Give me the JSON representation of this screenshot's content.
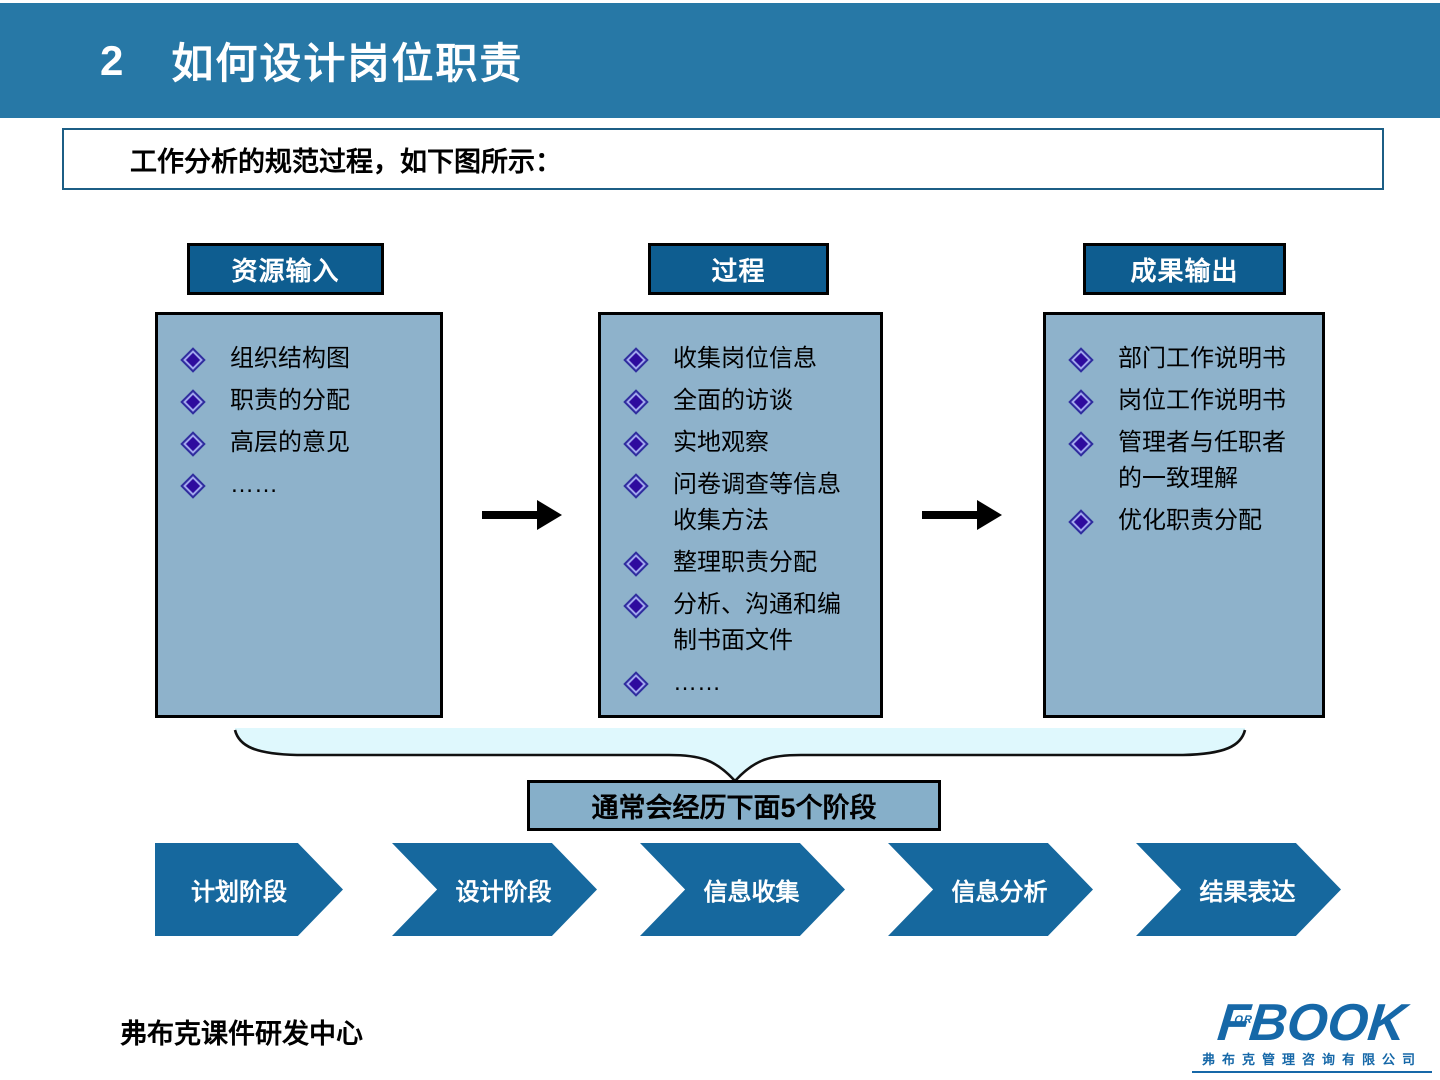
{
  "header": {
    "number": "2",
    "title": "如何设计岗位职责"
  },
  "subtitle": "工作分析的规范过程，如下图所示：",
  "columns": [
    {
      "header": "资源输入",
      "items": [
        "组织结构图",
        "职责的分配",
        "高层的意见",
        "……"
      ]
    },
    {
      "header": "过程",
      "items": [
        "收集岗位信息",
        "全面的访谈",
        "实地观察",
        "问卷调查等信息收集方法",
        "整理职责分配",
        "分析、沟通和编制书面文件",
        "……"
      ]
    },
    {
      "header": "成果输出",
      "items": [
        "部门工作说明书",
        "岗位工作说明书",
        "管理者与任职者的一致理解",
        "优化职责分配"
      ]
    }
  ],
  "stage_note": "通常会经历下面5个阶段",
  "stages": [
    "计划阶段",
    "设计阶段",
    "信息收集",
    "信息分析",
    "结果表达"
  ],
  "footer": {
    "left_text": "弗布克课件研发中心",
    "logo_text": "FBOOK",
    "logo_or": "OR",
    "company": "弗布克管理咨询有限公司"
  },
  "icons": {
    "bullet": "diamond-bullet-icon",
    "flow": "right-arrow-icon",
    "brace": "curly-brace-down-icon"
  },
  "colors": {
    "title_band": "#2778A6",
    "header_box": "#0E5D90",
    "body_box": "#8EB2CB",
    "stage_note_box": "#86AFC9",
    "chevron": "#16689E",
    "brace_fill": "#DFF8FD",
    "bullet_core": "#2E0B9E",
    "bullet_ring": "#A0A6EC",
    "bullet_outer": "#2F2D9E",
    "logo_blue": "#1668A8",
    "subtitle_border": "#1C5E85",
    "outline": "#000000"
  }
}
